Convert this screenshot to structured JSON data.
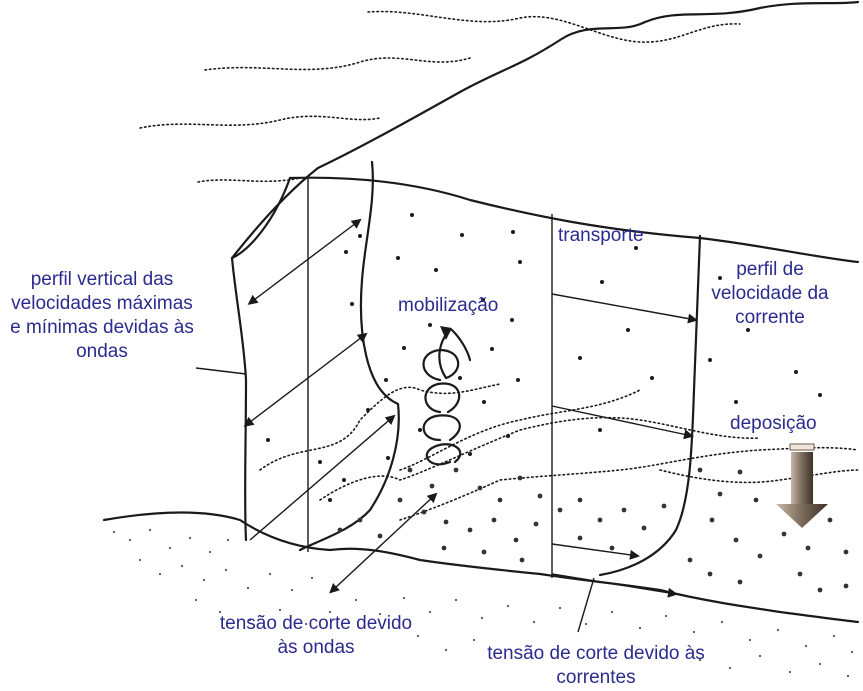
{
  "labels": {
    "wave_profile": "perfil vertical das velocidades máximas e mínimas devidas às ondas",
    "mobilization": "mobilização",
    "transport": "transporte",
    "current_profile": "perfil de velocidade da corrente",
    "deposition": "deposição",
    "wave_shear": "tensão de corte devido às ondas",
    "current_shear": "tensão de corte devido às correntes"
  },
  "colors": {
    "label_text": "#2b2b8f",
    "ink": "#1a1a1a",
    "deposition_arrow": "#7a6a5a"
  }
}
